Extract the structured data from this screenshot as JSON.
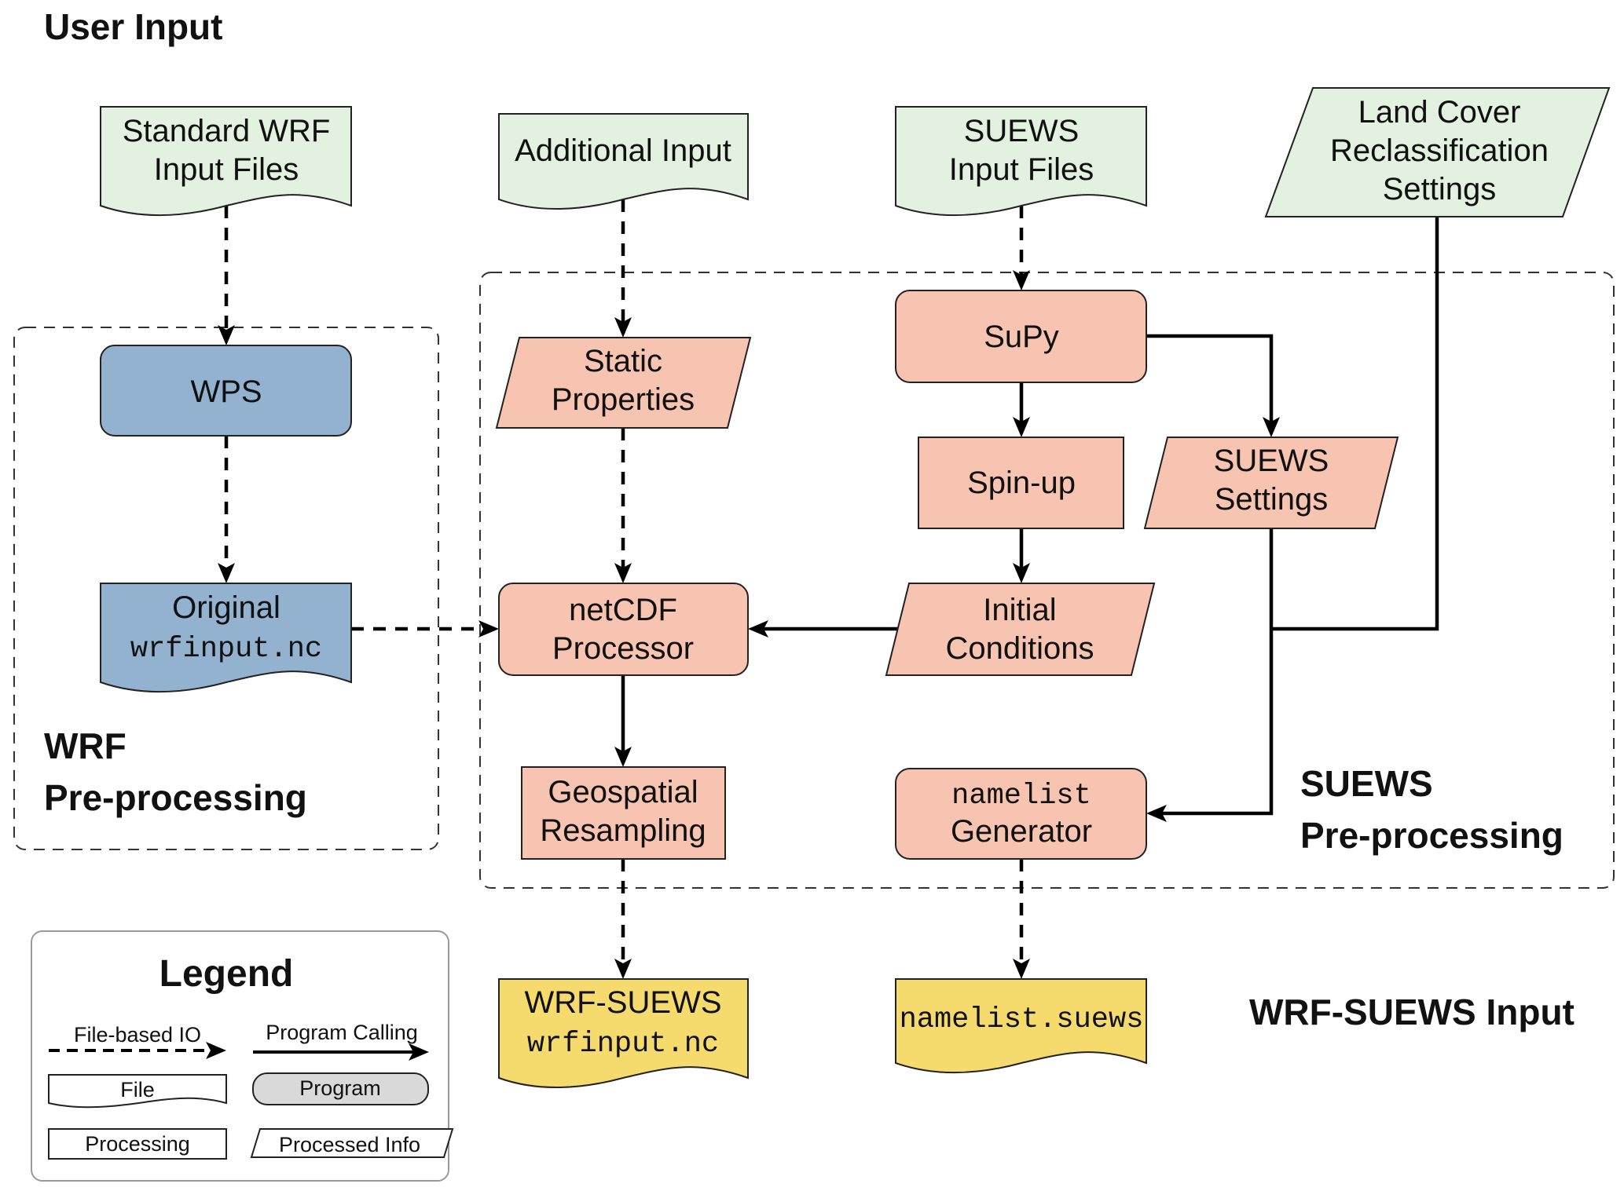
{
  "colors": {
    "user_input": "#e3f1e0",
    "wrf": "#93b2d0",
    "suews": "#f6c4b0",
    "output": "#f5da6d",
    "legend_program": "#d9d9d9",
    "legend_border": "#999999"
  },
  "headings": {
    "user_input": "User Input",
    "wrf_pre": [
      "WRF",
      "Pre-processing"
    ],
    "suews_pre": [
      "SUEWS",
      "Pre-processing"
    ],
    "output": "WRF-SUEWS Input"
  },
  "nodes": {
    "standard_wrf": {
      "lines": [
        "Standard WRF",
        "Input Files"
      ],
      "kind": "file"
    },
    "additional_input": {
      "lines": [
        "Additional Input"
      ],
      "kind": "file"
    },
    "suews_input": {
      "lines": [
        "SUEWS",
        "Input Files"
      ],
      "kind": "file"
    },
    "land_cover": {
      "lines": [
        "Land Cover",
        "Reclassification",
        "Settings"
      ],
      "kind": "processed-info"
    },
    "wps": {
      "lines": [
        "WPS"
      ],
      "kind": "program"
    },
    "original_wrfinput": {
      "line1": "Original",
      "line2_mono": "wrfinput.nc",
      "kind": "file"
    },
    "static_properties": {
      "lines": [
        "Static",
        "Properties"
      ],
      "kind": "processed-info"
    },
    "netcdf_processor": {
      "lines": [
        "netCDF",
        "Processor"
      ],
      "kind": "program"
    },
    "geospatial_resampling": {
      "lines": [
        "Geospatial",
        "Resampling"
      ],
      "kind": "processing"
    },
    "wrf_suews_wrfinput": {
      "line1": "WRF-SUEWS",
      "line2_mono": "wrfinput.nc",
      "kind": "file"
    },
    "supy": {
      "lines": [
        "SuPy"
      ],
      "kind": "program"
    },
    "spin_up": {
      "lines": [
        "Spin-up"
      ],
      "kind": "processing"
    },
    "suews_settings": {
      "lines": [
        "SUEWS",
        "Settings"
      ],
      "kind": "processed-info"
    },
    "initial_conditions": {
      "lines": [
        "Initial",
        "Conditions"
      ],
      "kind": "processed-info"
    },
    "namelist_generator": {
      "line1_mono": "namelist",
      "line2": "Generator",
      "kind": "program"
    },
    "namelist_suews": {
      "line1_mono": "namelist.suews",
      "kind": "file"
    }
  },
  "edges": [
    {
      "from": "standard_wrf",
      "to": "wps",
      "type": "file-based-io"
    },
    {
      "from": "wps",
      "to": "original_wrfinput",
      "type": "file-based-io"
    },
    {
      "from": "original_wrfinput",
      "to": "netcdf_processor",
      "type": "file-based-io"
    },
    {
      "from": "additional_input",
      "to": "static_properties",
      "type": "file-based-io"
    },
    {
      "from": "static_properties",
      "to": "netcdf_processor",
      "type": "file-based-io"
    },
    {
      "from": "netcdf_processor",
      "to": "geospatial_resampling",
      "type": "program-calling"
    },
    {
      "from": "geospatial_resampling",
      "to": "wrf_suews_wrfinput",
      "type": "file-based-io"
    },
    {
      "from": "suews_input",
      "to": "supy",
      "type": "file-based-io"
    },
    {
      "from": "supy",
      "to": "spin_up",
      "type": "program-calling"
    },
    {
      "from": "supy",
      "to": "suews_settings",
      "type": "program-calling"
    },
    {
      "from": "spin_up",
      "to": "initial_conditions",
      "type": "program-calling"
    },
    {
      "from": "initial_conditions",
      "to": "netcdf_processor",
      "type": "program-calling"
    },
    {
      "from": "land_cover",
      "to": "netcdf_processor",
      "type": "program-calling"
    },
    {
      "from": "suews_settings",
      "to": "netcdf_processor",
      "type": "program-calling"
    },
    {
      "from": "suews_settings",
      "to": "namelist_generator",
      "type": "program-calling"
    },
    {
      "from": "namelist_generator",
      "to": "namelist_suews",
      "type": "file-based-io"
    }
  ],
  "legend": {
    "title": "Legend",
    "file_io": "File-based IO",
    "program_calling": "Program Calling",
    "file": "File",
    "program": "Program",
    "processing": "Processing",
    "processed_info": "Processed Info"
  }
}
